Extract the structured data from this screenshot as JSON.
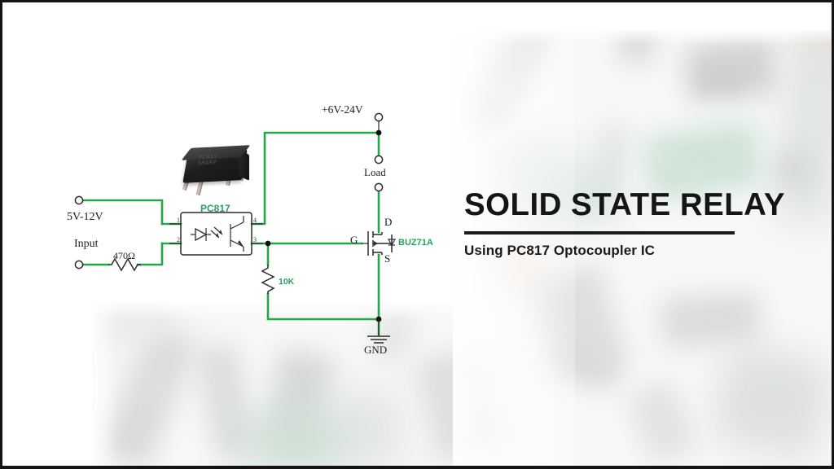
{
  "theme": {
    "wire_color": "#22a84a",
    "line_color": "#2b2b2b",
    "label_green": "#2f9e63",
    "title_color": "#151515",
    "border_color": "#141414",
    "panel_bg": "#ffffff",
    "background_bg": "#f7f8f7"
  },
  "title_block": {
    "title": "SOLID STATE RELAY",
    "subtitle": "Using PC817 Optocoupler IC"
  },
  "schematic": {
    "name": "solid-state-relay-circuit",
    "component_photo": {
      "label": "PC817",
      "printed_text": "PC817\nSHARP"
    },
    "labels": {
      "supply_input": "5V-12V",
      "input": "Input",
      "input_resistor": "470Ω",
      "optocoupler": "PC817",
      "opto_pin_1": "1",
      "opto_pin_2": "2",
      "opto_pin_3": "3",
      "opto_pin_4": "4",
      "pulldown_resistor": "10K",
      "supply_output": "+6V-24V",
      "load": "Load",
      "mosfet": "BUZ71A",
      "mosfet_gate": "G",
      "mosfet_drain": "D",
      "mosfet_source": "S",
      "ground": "GND"
    }
  }
}
